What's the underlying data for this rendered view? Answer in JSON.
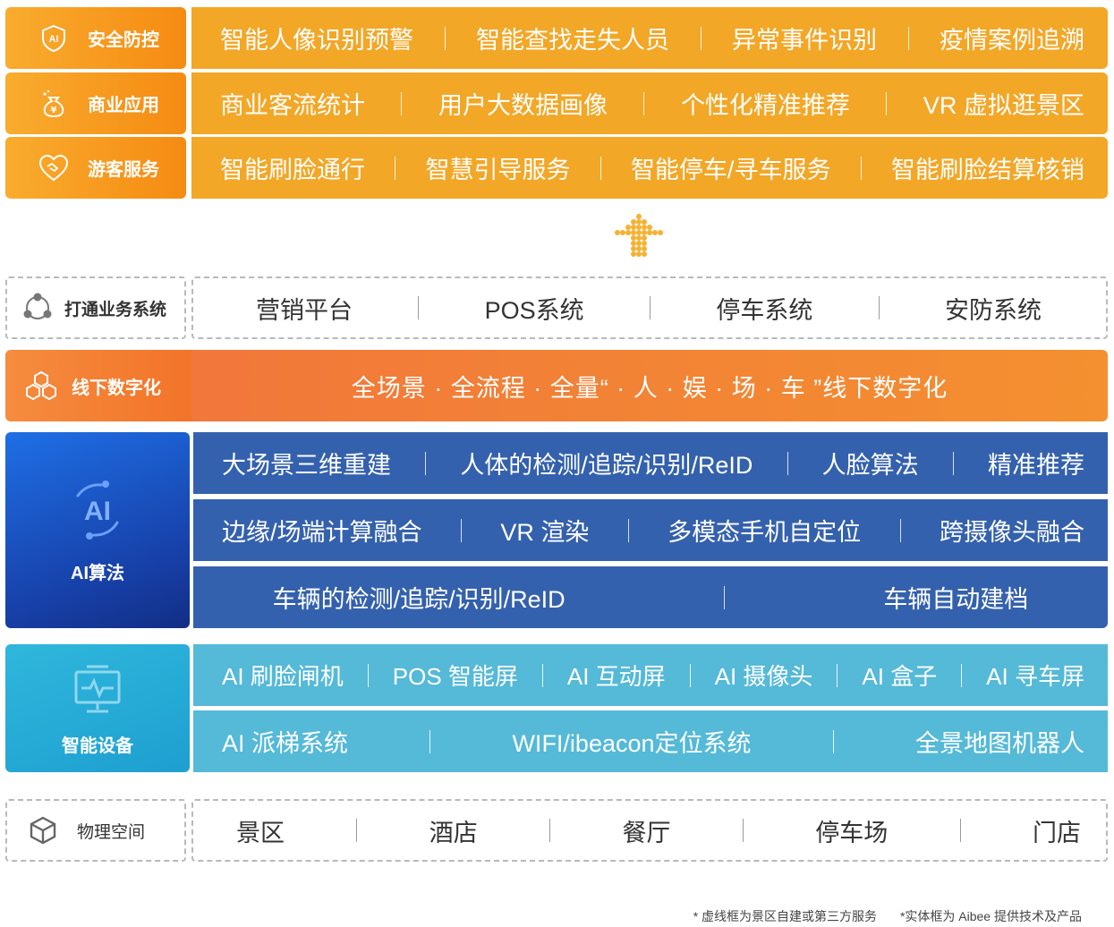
{
  "top_rows": [
    {
      "label": "安全防控",
      "icon": "shield-ai-icon",
      "items": [
        "智能人像识别预警",
        "智能查找走失人员",
        "异常事件识别",
        "疫情案例追溯"
      ]
    },
    {
      "label": "商业应用",
      "icon": "money-bag-icon",
      "items": [
        "商业客流统计",
        "用户大数据画像",
        "个性化精准推荐",
        "VR 虚拟逛景区"
      ]
    },
    {
      "label": "游客服务",
      "icon": "heart-handshake-icon",
      "items": [
        "智能刷脸通行",
        "智慧引导服务",
        "智能停车/寻车服务",
        "智能刷脸结算核销"
      ]
    }
  ],
  "arrow_icon": "dotted-up-arrow-icon",
  "business": {
    "label": "打通业务系统",
    "icon": "network-cycle-icon",
    "items": [
      "营销平台",
      "POS系统",
      "停车系统",
      "安防系统"
    ]
  },
  "digital": {
    "label": "线下数字化",
    "icon": "cubes-icon",
    "text": "全场景 · 全流程 · 全量“ · 人 · 娱 · 场 · 车 ”线下数字化"
  },
  "ai": {
    "label": "AI算法",
    "icon": "ai-orbit-icon",
    "rows": [
      [
        "大场景三维重建",
        "人体的检测/追踪/识别/ReID",
        "人脸算法",
        "精准推荐"
      ],
      [
        "边缘/场端计算融合",
        "VR 渲染",
        "多模态手机自定位",
        "跨摄像头融合"
      ],
      [
        "车辆的检测/追踪/识别/ReID",
        "车辆自动建档"
      ]
    ]
  },
  "devices": {
    "label": "智能设备",
    "icon": "monitor-device-icon",
    "rows": [
      [
        "AI 刷脸闸机",
        "POS 智能屏",
        "AI 互动屏",
        "AI 摄像头",
        "AI 盒子",
        "AI 寻车屏"
      ],
      [
        "AI 派梯系统",
        "WIFI/ibeacon定位系统",
        "全景地图机器人"
      ]
    ]
  },
  "physical": {
    "label": "物理空间",
    "icon": "cube-icon",
    "items": [
      "景区",
      "酒店",
      "餐厅",
      "停车场",
      "门店"
    ]
  },
  "notes": [
    "* 虚线框为景区自建或第三方服务",
    "*实体框为 Aibee 提供技术及产品"
  ],
  "colors": {
    "orange": "#f3a727",
    "deep_orange": "#f27227",
    "ai_blue": "#3461ad",
    "device_blue": "#55b9d8",
    "dash_gray": "#b9b9b9"
  }
}
